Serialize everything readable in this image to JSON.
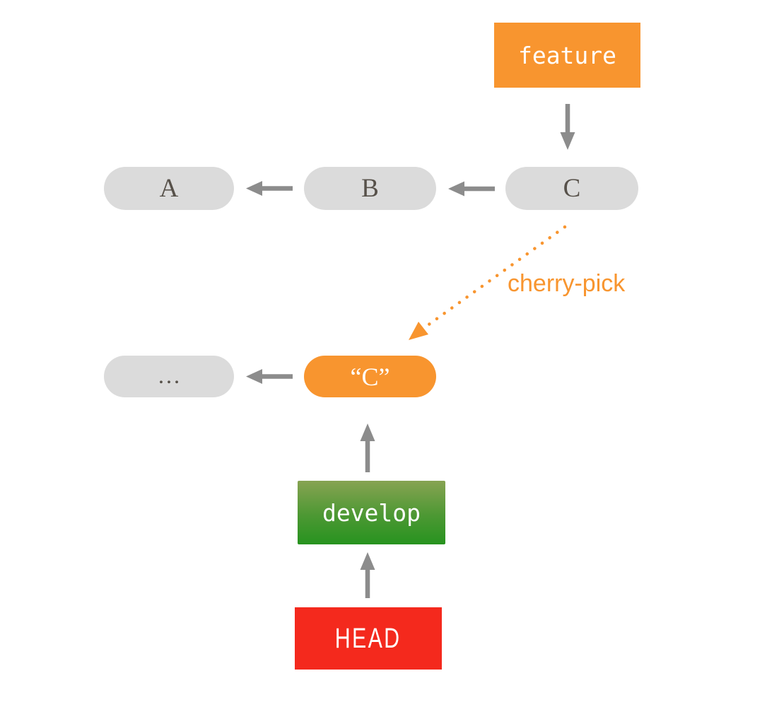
{
  "figure": {
    "description": "Git cherry-pick diagram",
    "cherry_pick_label": "cherry-pick"
  },
  "branches": {
    "feature": {
      "label": "feature",
      "color": "#F8952F"
    },
    "develop": {
      "label": "develop",
      "color_top": "#87A352",
      "color_bottom": "#27931F"
    },
    "head": {
      "label": "HEAD",
      "color": "#F4291D"
    }
  },
  "commits": {
    "feature_row": [
      {
        "label": "A"
      },
      {
        "label": "B"
      },
      {
        "label": "C"
      }
    ],
    "develop_row": [
      {
        "label": "…"
      },
      {
        "label": "“C”",
        "highlighted": true
      }
    ]
  },
  "colors": {
    "background": "#FFFFFF",
    "orange": "#F8952F",
    "gray_pill": "#DBDBDB",
    "gray_arrow": "#8C8C8C",
    "serif_text": "#57514A",
    "red": "#F4291D",
    "green_top": "#87A352",
    "green_bottom": "#27931F"
  }
}
